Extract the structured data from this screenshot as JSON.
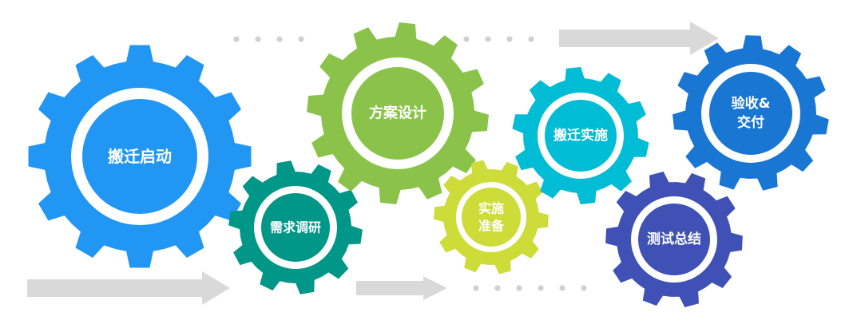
{
  "gears": [
    {
      "id": "start",
      "lines": [
        "搬迁启动"
      ],
      "color": "#2196f3",
      "text_color": "#ffffff"
    },
    {
      "id": "requirements",
      "lines": [
        "需求调研"
      ],
      "color": "#009688",
      "text_color": "#ffffff"
    },
    {
      "id": "design",
      "lines": [
        "方案设计"
      ],
      "color": "#8bc34a",
      "text_color": "#ffffff"
    },
    {
      "id": "prep",
      "lines": [
        "实施",
        "准备"
      ],
      "color": "#cddc39",
      "text_color": "#ffffff"
    },
    {
      "id": "implementation",
      "lines": [
        "搬迁实施"
      ],
      "color": "#00bcd4",
      "text_color": "#ffffff"
    },
    {
      "id": "testing",
      "lines": [
        "测试总结"
      ],
      "color": "#3f51b5",
      "text_color": "#ffffff"
    },
    {
      "id": "acceptance",
      "lines": [
        "验收&",
        "交付"
      ],
      "color": "#1976d2",
      "text_color": "#ffffff"
    }
  ],
  "decor": {
    "arrow_color": "#d9d9d9",
    "dot_color": "#d0d0d0"
  }
}
